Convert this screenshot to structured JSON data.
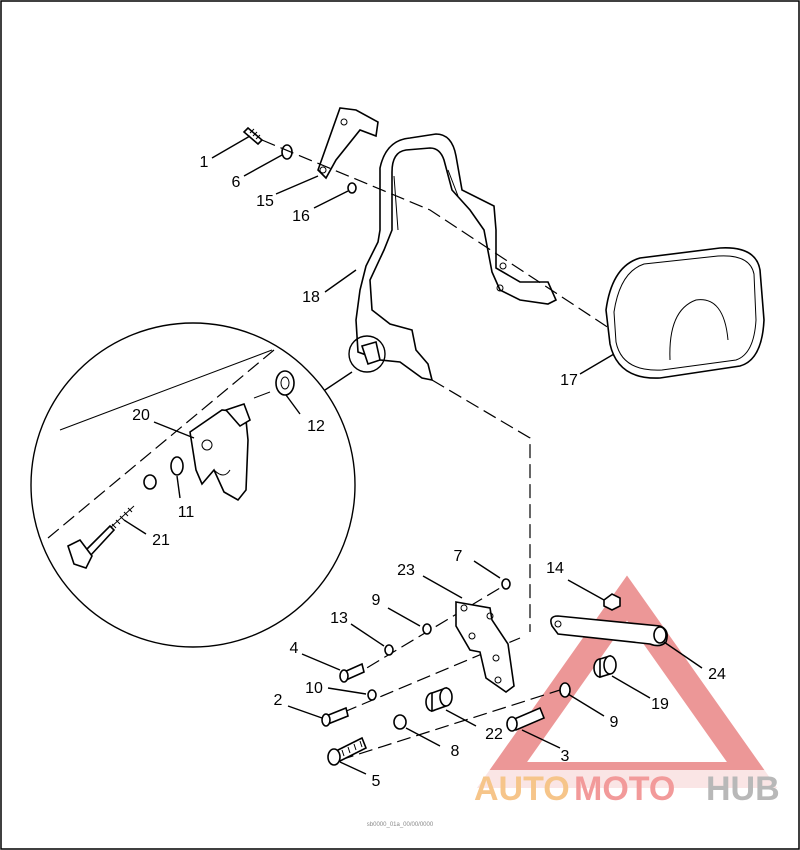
{
  "callouts": {
    "c1": "1",
    "c2": "2",
    "c3": "3",
    "c4": "4",
    "c5": "5",
    "c6": "6",
    "c7": "7",
    "c8": "8",
    "c9a": "9",
    "c9b": "9",
    "c10": "10",
    "c11": "11",
    "c12": "12",
    "c13": "13",
    "c14": "14",
    "c15": "15",
    "c16": "16",
    "c17": "17",
    "c18": "18",
    "c19": "19",
    "c20": "20",
    "c21": "21",
    "c22": "22",
    "c23": "23",
    "c24": "24"
  },
  "watermark": {
    "part1": "AUTO",
    "part2": "MOTO",
    "part3": "HUB",
    "color_auto": "#f6c58a",
    "color_moto": "#f29a9a",
    "color_hub": "#b8b8b8",
    "triangle_color": "#e98585"
  },
  "footer_text": "sb0000_01a_00/00/0000"
}
